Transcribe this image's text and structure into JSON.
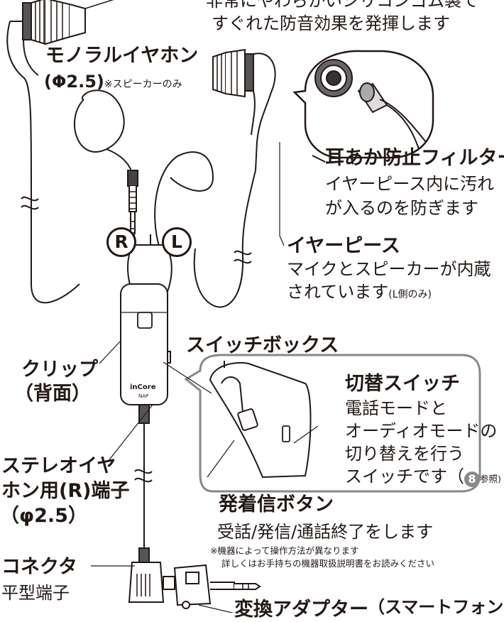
{
  "top_text": {
    "line1": "非常にやわらかいシリコンゴム製で",
    "line2": "すぐれた防音効果を発揮します"
  },
  "mono": {
    "title": "モノラルイヤホン",
    "spec": "(Φ2.5)",
    "note": "※スピーカーのみ"
  },
  "markers": {
    "r": "R",
    "l": "L"
  },
  "filter": {
    "title": "耳あか防止フィルター",
    "desc1": "イヤーピース内に汚れ",
    "desc2": "が入るのを防ぎます"
  },
  "earpiece": {
    "title": "イヤーピース",
    "desc1": "マイクとスピーカーが内蔵",
    "desc2": "されています",
    "desc2_note": "(L側のみ)"
  },
  "switchbox": {
    "title": "スイッチボックス"
  },
  "clip": {
    "line1": "クリップ",
    "line2": "（背面）"
  },
  "brand": {
    "logo": "inCore",
    "model": "NAP"
  },
  "switch": {
    "title": "切替スイッチ",
    "desc1": "電話モードと",
    "desc2": "オーディオモードの",
    "desc3": "切り替えを行う",
    "desc4_pre": "スイッチです（",
    "ref_num": "8",
    "ref_label": "参照)"
  },
  "stereo": {
    "line1": "ステレオイヤ",
    "line2": "ホン用(R)端子",
    "line3": "（φ2.5）"
  },
  "call_button": {
    "title": "発着信ボタン",
    "desc": "受話/発信/通話終了をします",
    "note1": "※機器によって操作方法が異なります",
    "note2": "詳しくはお手持ちの機器取扱説明書をお読みください"
  },
  "connector": {
    "title": "コネクタ",
    "desc": "平型端子"
  },
  "adapter": {
    "title": "変換アダプター",
    "sub": "（スマートフォン"
  }
}
